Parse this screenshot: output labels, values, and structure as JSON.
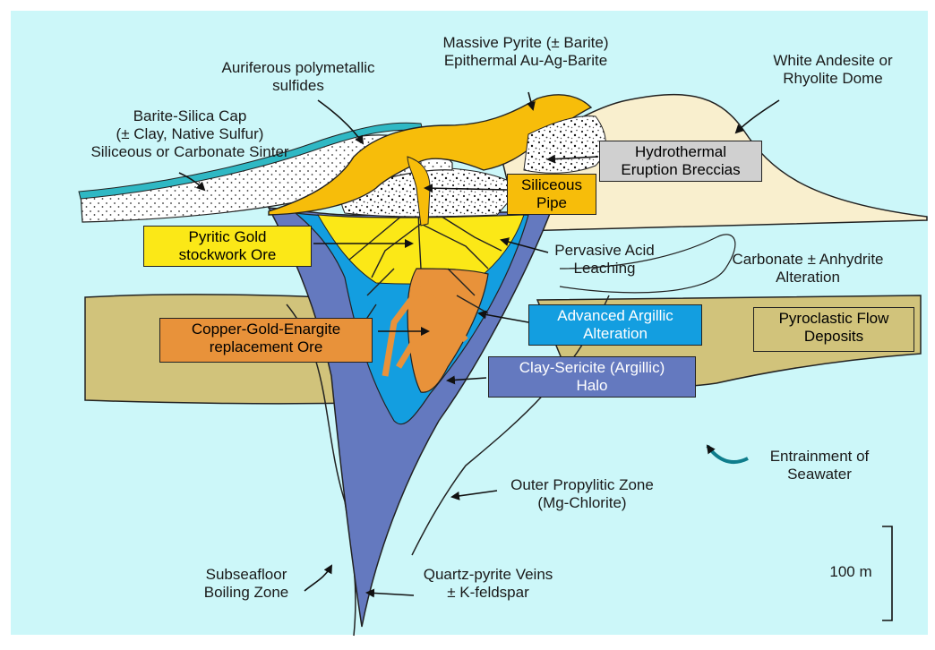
{
  "colors": {
    "background": "#ccf7f9",
    "page": "#ffffff",
    "cap": "#2fb8c4",
    "pyrite_gold": "#f7bd0a",
    "yellow_zone": "#fbe817",
    "argillic_blue": "#139ee0",
    "sericite_slate": "#6479bf",
    "copper_orange": "#e8923a",
    "dome_cream": "#f9efce",
    "pyroclastic_olive": "#d1c37b",
    "breccia_grey": "#d0d0d0"
  },
  "labels": {
    "auriferous": [
      "Auriferous polymetallic",
      "sulfides"
    ],
    "massive_pyrite": [
      "Massive Pyrite (± Barite)",
      "Epithermal Au-Ag-Barite"
    ],
    "dome": [
      "White Andesite or",
      "Rhyolite Dome"
    ],
    "barite_cap": [
      "Barite-Silica Cap",
      "(± Clay, Native Sulfur)",
      "Siliceous or Carbonate Sinter"
    ],
    "pervasive": [
      "Pervasive Acid",
      "Leaching"
    ],
    "carbonate": [
      "Carbonate ± Anhydrite",
      "Alteration"
    ],
    "entrainment": [
      "Entrainment of",
      "Seawater"
    ],
    "propylitic": [
      "Outer Propylitic Zone",
      "(Mg-Chlorite)"
    ],
    "boiling": [
      "Subseafloor",
      "Boiling Zone"
    ],
    "quartz_veins": [
      "Quartz-pyrite Veins",
      "± K-feldspar"
    ],
    "scale": "100 m"
  },
  "boxes": {
    "hydrothermal": [
      "Hydrothermal",
      "Eruption Breccias"
    ],
    "siliceous_pipe": [
      "Siliceous",
      "Pipe"
    ],
    "pyritic_gold": [
      "Pyritic Gold",
      "stockwork Ore"
    ],
    "copper_gold": [
      "Copper-Gold-Enargite",
      "replacement Ore"
    ],
    "advanced_argillic": [
      "Advanced Argillic",
      "Alteration"
    ],
    "clay_sericite": [
      "Clay-Sericite (Argillic)",
      "Halo"
    ],
    "pyroclastic": [
      "Pyroclastic Flow",
      "Deposits"
    ]
  }
}
